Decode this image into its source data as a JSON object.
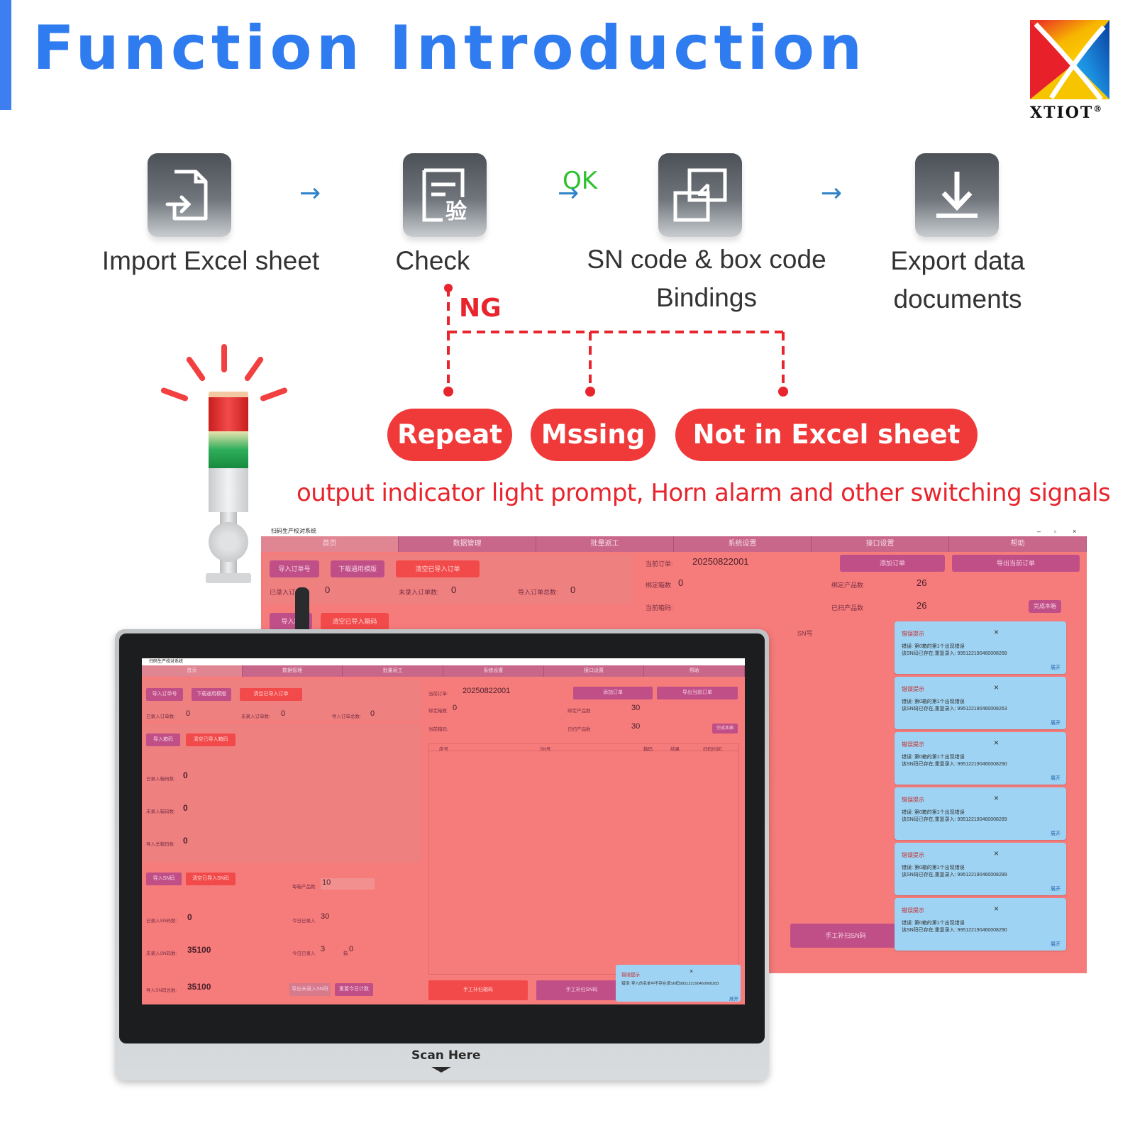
{
  "header": {
    "title": "Function Introduction"
  },
  "brand": {
    "logo_text": "XTIOT",
    "registered": "®"
  },
  "steps": [
    {
      "icon": "file-import-icon",
      "label_line1": "Import Excel sheet",
      "label_line2": ""
    },
    {
      "icon": "document-check-icon",
      "label_line1": "Check",
      "label_line2": "",
      "overlay_char": "验"
    },
    {
      "icon": "link-binding-icon",
      "label_line1": "SN code & box code",
      "label_line2": "Bindings"
    },
    {
      "icon": "download-icon",
      "label_line1": "Export data",
      "label_line2": "documents"
    }
  ],
  "flow": {
    "ok_label": "OK",
    "ng_label": "NG"
  },
  "errors": [
    {
      "label": "Repeat"
    },
    {
      "label": "Mssing"
    },
    {
      "label": "Not in Excel sheet"
    }
  ],
  "output_text": "output indicator light prompt, Horn alarm  and other switching signals",
  "colors": {
    "title_blue": "#2f7bf0",
    "arrow_blue": "#2f83c9",
    "ok_green": "#2dc12d",
    "error_red": "#f03a3a"
  },
  "app_window": {
    "title": "扫码生产校对系统",
    "controls": [
      "–",
      "▫",
      "×"
    ],
    "nav": [
      "首页",
      "数据管理",
      "批量返工",
      "系统设置",
      "接口设置",
      "帮助"
    ],
    "import_order_btn": "导入订单号",
    "download_template_btn": "下载通用模版",
    "clear_orders_btn": "清空已导入订单",
    "imported_orders_label": "已录入订单",
    "imported_orders_value": "0",
    "not_imported_label": "未录入订单数:",
    "not_imported_value": "0",
    "total_orders_label": "导入订单总数:",
    "total_orders_value": "0",
    "import_box_btn": "导入箱",
    "clear_boxes_btn": "清空已导入箱码",
    "current_order_label": "当前订单:",
    "current_order_value": "20250822001",
    "add_order_btn": "添加订单",
    "export_order_btn": "导出当前订单",
    "bound_boxes_label": "绑定箱数",
    "bound_boxes_value": "0",
    "bound_products_label": "绑定产品数",
    "bound_products_value": "26",
    "current_box_label": "当前箱码:",
    "scanned_products_label": "已扫产品数",
    "scanned_products_value": "26",
    "finish_box_btn": "完成本箱",
    "sn_column": "SN号",
    "manual_sn_btn": "手工补扫SN码",
    "alerts": [
      {
        "title": "错误提示",
        "line1": "错误: 第0箱的第1个出现错误",
        "line2": "该SN码已存在,重复录入: 995122190460008268",
        "more": "展开"
      },
      {
        "title": "错误提示",
        "line1": "错误: 第0箱的第1个出现错误",
        "line2": "该SN码已存在,重复录入: 995122190460008263",
        "more": "展开"
      },
      {
        "title": "错误提示",
        "line1": "错误: 第0箱的第1个出现错误",
        "line2": "该SN码已存在,重复录入: 995122190460008290",
        "more": "展开"
      },
      {
        "title": "错误提示",
        "line1": "错误: 第0箱的第1个出现错误",
        "line2": "该SN码已存在,重复录入: 995122190460008289",
        "more": "展开"
      },
      {
        "title": "错误提示",
        "line1": "错误: 第0箱的第1个出现错误",
        "line2": "该SN码已存在,重复录入: 995122190460008289",
        "more": "展开"
      },
      {
        "title": "错误提示",
        "line1": "错误: 第0箱的第1个出现错误",
        "line2": "该SN码已存在,重复录入: 995122190460008290",
        "more": "展开"
      }
    ]
  },
  "monitor_screen": {
    "title": "扫码生产校对系统",
    "nav": [
      "首页",
      "数据管理",
      "批量返工",
      "系统设置",
      "接口设置",
      "帮助"
    ],
    "import_order_btn": "导入订单号",
    "download_template_btn": "下载通用模版",
    "clear_orders_btn": "清空已导入订单",
    "imported_orders_label": "已录入订单数:",
    "imported_orders_value": "0",
    "not_imported_label": "未录入订单数:",
    "not_imported_value": "0",
    "total_orders_label": "导入订单总数:",
    "total_orders_value": "0",
    "import_box_btn": "导入箱码",
    "clear_boxes_btn": "清空已导入箱码",
    "boxes_imported_label": "已录入箱码数:",
    "boxes_imported_value": "0",
    "boxes_not_imported_label": "未录入箱码数:",
    "boxes_not_imported_value": "0",
    "boxes_total_label": "导入总箱码数:",
    "boxes_total_value": "0",
    "import_sn_btn": "导入SN码",
    "clear_sn_btn": "清空已导入SN码",
    "per_box_label": "每箱产品数",
    "per_box_value": "10",
    "sn_imported_label": "已录入SN码数:",
    "sn_imported_value": "0",
    "today_imported_label": "今日已录入",
    "today_imported_value": "30",
    "sn_not_imported_label": "未录入SN码数:",
    "sn_not_imported_value": "35100",
    "today_entered_label": "今日已录入",
    "today_entered_value": "3",
    "box_label": "箱",
    "box_value": "0",
    "sn_total_label": "导入SN码总数:",
    "sn_total_value": "35100",
    "export_unrecorded_btn": "导出未录入SN码",
    "reset_today_btn": "重置今日计数",
    "current_order_label": "当前订单:",
    "current_order_value": "20250822001",
    "add_order_btn": "添加订单",
    "export_order_btn": "导出当前订单",
    "bound_boxes_label": "绑定箱数",
    "bound_boxes_value": "0",
    "bound_products_label": "绑定产品数",
    "bound_products_value": "30",
    "current_box_label": "当前箱码:",
    "scanned_products_label": "已扫产品数",
    "scanned_products_value": "30",
    "finish_box_btn": "完成本箱",
    "table_headers": [
      "序号",
      "SN号",
      "箱码",
      "结果",
      "扫码时间"
    ],
    "manual_box_btn": "手工补扫箱码",
    "manual_sn_btn": "手工补扫SN码",
    "alert": {
      "title": "错误提示",
      "line1": "错误: 导入的名单中不存在该SN码995122190460008283",
      "more": "展开"
    }
  },
  "device": {
    "scan_label": "Scan Here"
  }
}
